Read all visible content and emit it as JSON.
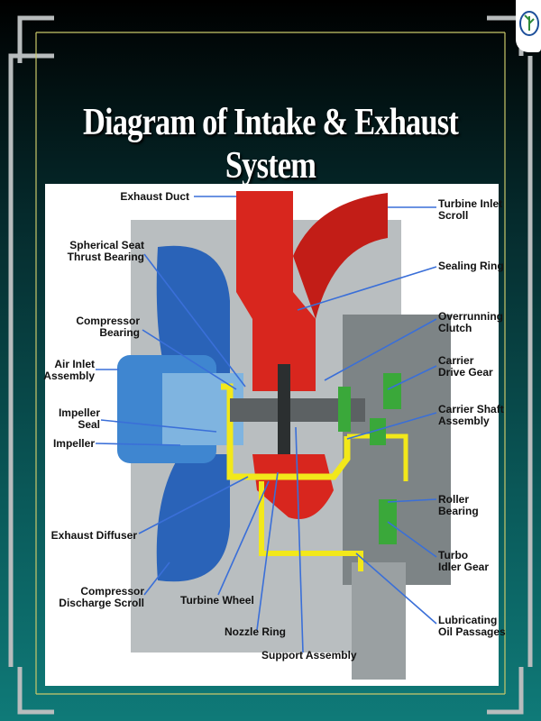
{
  "title": "Diagram of Intake & Exhaust System",
  "labels": {
    "exhaust_duct": "Exhaust Duct",
    "spherical_seat": "Spherical Seat\nThrust Bearing",
    "compressor_bearing": "Compressor\nBearing",
    "air_inlet": "Air Inlet\nAssembly",
    "impeller_seal": "Impeller\nSeal",
    "impeller": "Impeller",
    "exhaust_diffuser": "Exhaust Diffuser",
    "compressor_discharge": "Compressor\nDischarge Scroll",
    "turbine_wheel": "Turbine Wheel",
    "nozzle_ring": "Nozzle Ring",
    "support_assembly": "Support Assembly",
    "turbine_inlet": "Turbine Inlet\nScroll",
    "sealing_ring": "Sealing Ring",
    "overrunning_clutch": "Overrunning\nClutch",
    "carrier_drive_gear": "Carrier\nDrive Gear",
    "carrier_shaft": "Carrier Shaft\nAssembly",
    "roller_bearing": "Roller\nBearing",
    "turbo_idler_gear": "Turbo\nIdler Gear",
    "lubricating_oil": "Lubricating\nOil Passages"
  },
  "colors": {
    "leader": "#3a6fd8",
    "exhaust": "#d8261e",
    "intake": "#2a63b8",
    "oil": "#f2e81a",
    "housing": "#8e9496",
    "gear": "#3aa83a"
  }
}
